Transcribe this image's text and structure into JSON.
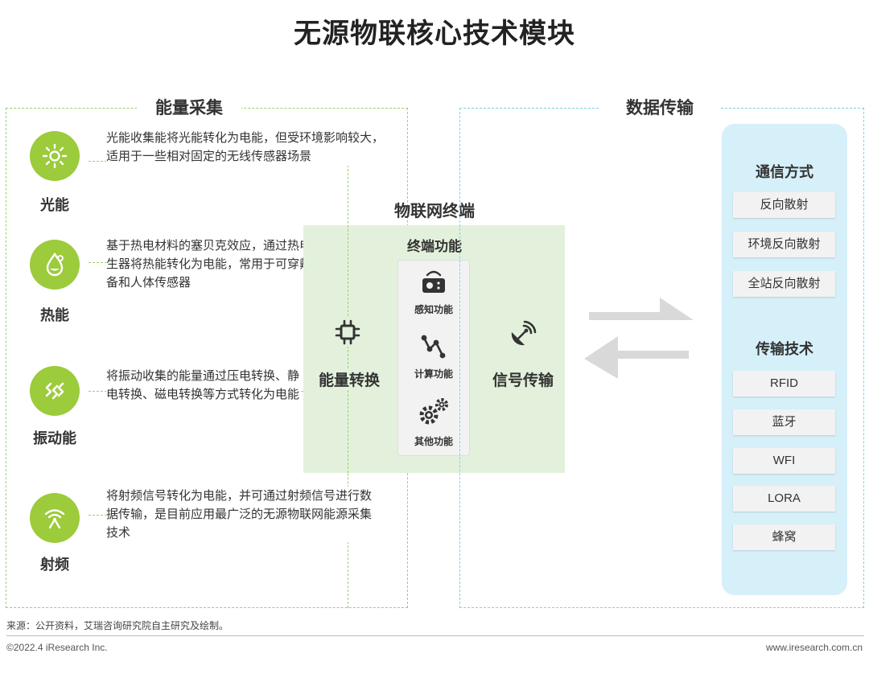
{
  "title": "无源物联核心技术模块",
  "energy_harvesting": {
    "title": "能量采集",
    "sources": [
      {
        "name": "光能",
        "icon": "sun-icon",
        "desc": "光能收集能将光能转化为电能，但受环境影响较大，适用于一些相对固定的无线传感器场景"
      },
      {
        "name": "热能",
        "icon": "heat-drop-icon",
        "desc": "基于热电材料的塞贝克效应，通过热电发生器将热能转化为电能，常用于可穿戴设备和人体传感器"
      },
      {
        "name": "振动能",
        "icon": "vibration-icon",
        "desc": "将振动收集的能量通过压电转换、静电转换、磁电转换等方式转化为电能"
      },
      {
        "name": "射频",
        "icon": "rf-signal-icon",
        "desc": "将射频信号转化为电能，并可通过射频信号进行数据传输，是目前应用最广泛的无源物联网能源采集技术"
      }
    ]
  },
  "terminal": {
    "title": "物联网终端",
    "energy_conversion": "能量转换",
    "signal_transmission": "信号传输",
    "functions_title": "终端功能",
    "functions": [
      {
        "label": "感知功能",
        "icon": "sensor-icon"
      },
      {
        "label": "计算功能",
        "icon": "compute-icon"
      },
      {
        "label": "其他功能",
        "icon": "gears-icon"
      }
    ]
  },
  "data_transmission": {
    "title": "数据传输",
    "communication_title": "通信方式",
    "communication": [
      "反向散射",
      "环境反向散射",
      "全站反向散射"
    ],
    "tech_title": "传输技术",
    "tech": [
      "RFID",
      "蓝牙",
      "WFI",
      "LORA",
      "蜂窝"
    ]
  },
  "footer": {
    "source": "来源：公开资料，艾瑞咨询研究院自主研究及绘制。",
    "copyright": "©2022.4 iResearch Inc.",
    "website": "www.iresearch.com.cn"
  },
  "colors": {
    "green": "#9ccb3b",
    "terminal_bg": "#e3f1dc",
    "blue_panel": "#d6f0fa",
    "arrow_gray": "#d9d9d9"
  }
}
